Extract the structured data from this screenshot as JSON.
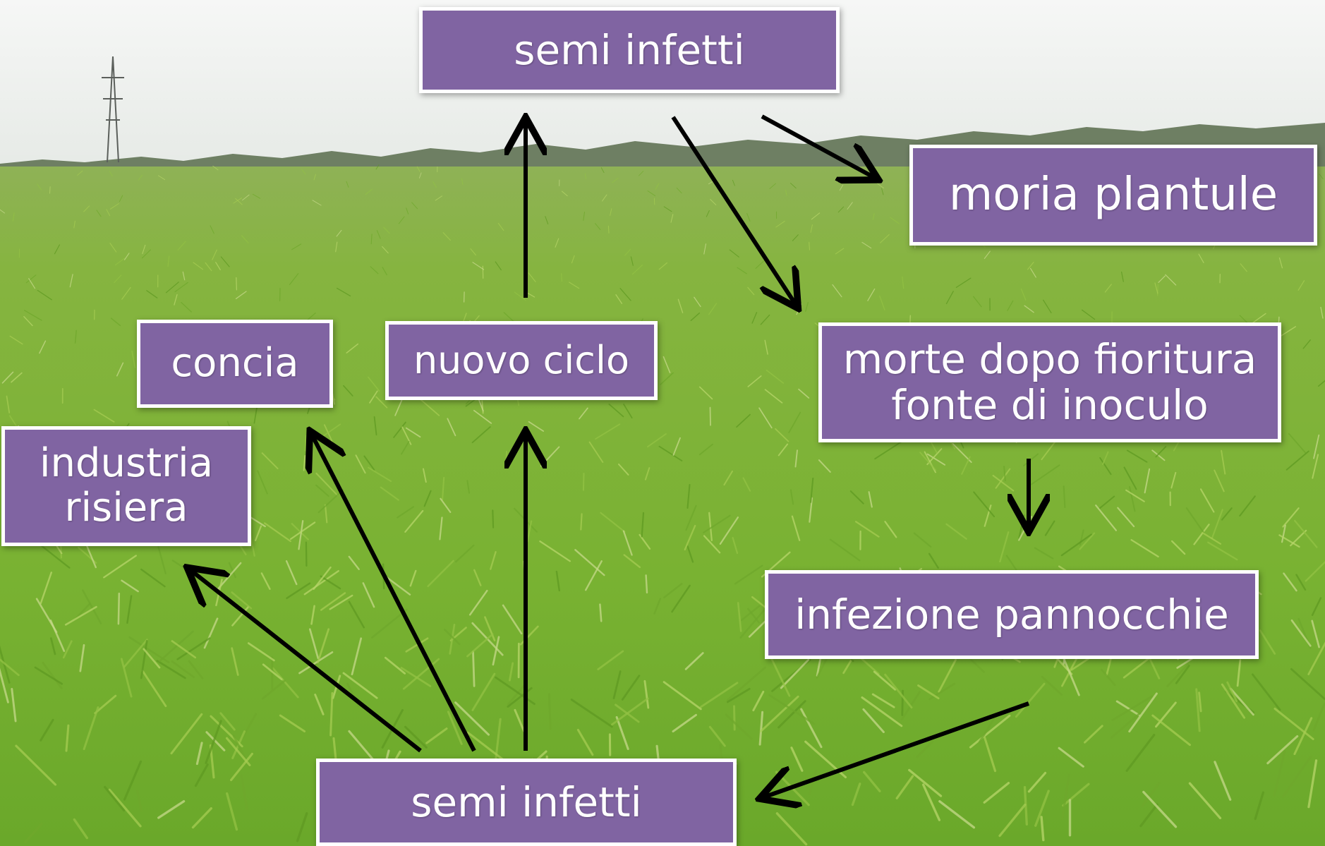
{
  "colors": {
    "box_fill": "#8064a2",
    "box_border": "#ffffff",
    "arrow": "#000000",
    "sky": "#f1f3f1",
    "field": "#7db83a"
  },
  "background": {
    "description_icon": "rice-field-photo-icon"
  },
  "nodes": {
    "semi_infetti_top": "semi infetti",
    "moria_plantule": "moria plantule",
    "concia": "concia",
    "nuovo_ciclo": "nuovo ciclo",
    "morte_dopo_fioritura": "morte dopo fioritura\nfonte di inoculo",
    "industria_risiera": "industria\nrisiera",
    "infezione_pannocchie": "infezione pannocchie",
    "semi_infetti_bottom": "semi infetti"
  },
  "edges": [
    {
      "from": "nuovo_ciclo",
      "to": "semi_infetti_top"
    },
    {
      "from": "semi_infetti_top",
      "to": "moria_plantule"
    },
    {
      "from": "semi_infetti_top",
      "to": "morte_dopo_fioritura"
    },
    {
      "from": "morte_dopo_fioritura",
      "to": "infezione_pannocchie"
    },
    {
      "from": "infezione_pannocchie",
      "to": "semi_infetti_bottom"
    },
    {
      "from": "semi_infetti_bottom",
      "to": "nuovo_ciclo"
    },
    {
      "from": "semi_infetti_bottom",
      "to": "concia"
    },
    {
      "from": "semi_infetti_bottom",
      "to": "industria_risiera"
    }
  ]
}
